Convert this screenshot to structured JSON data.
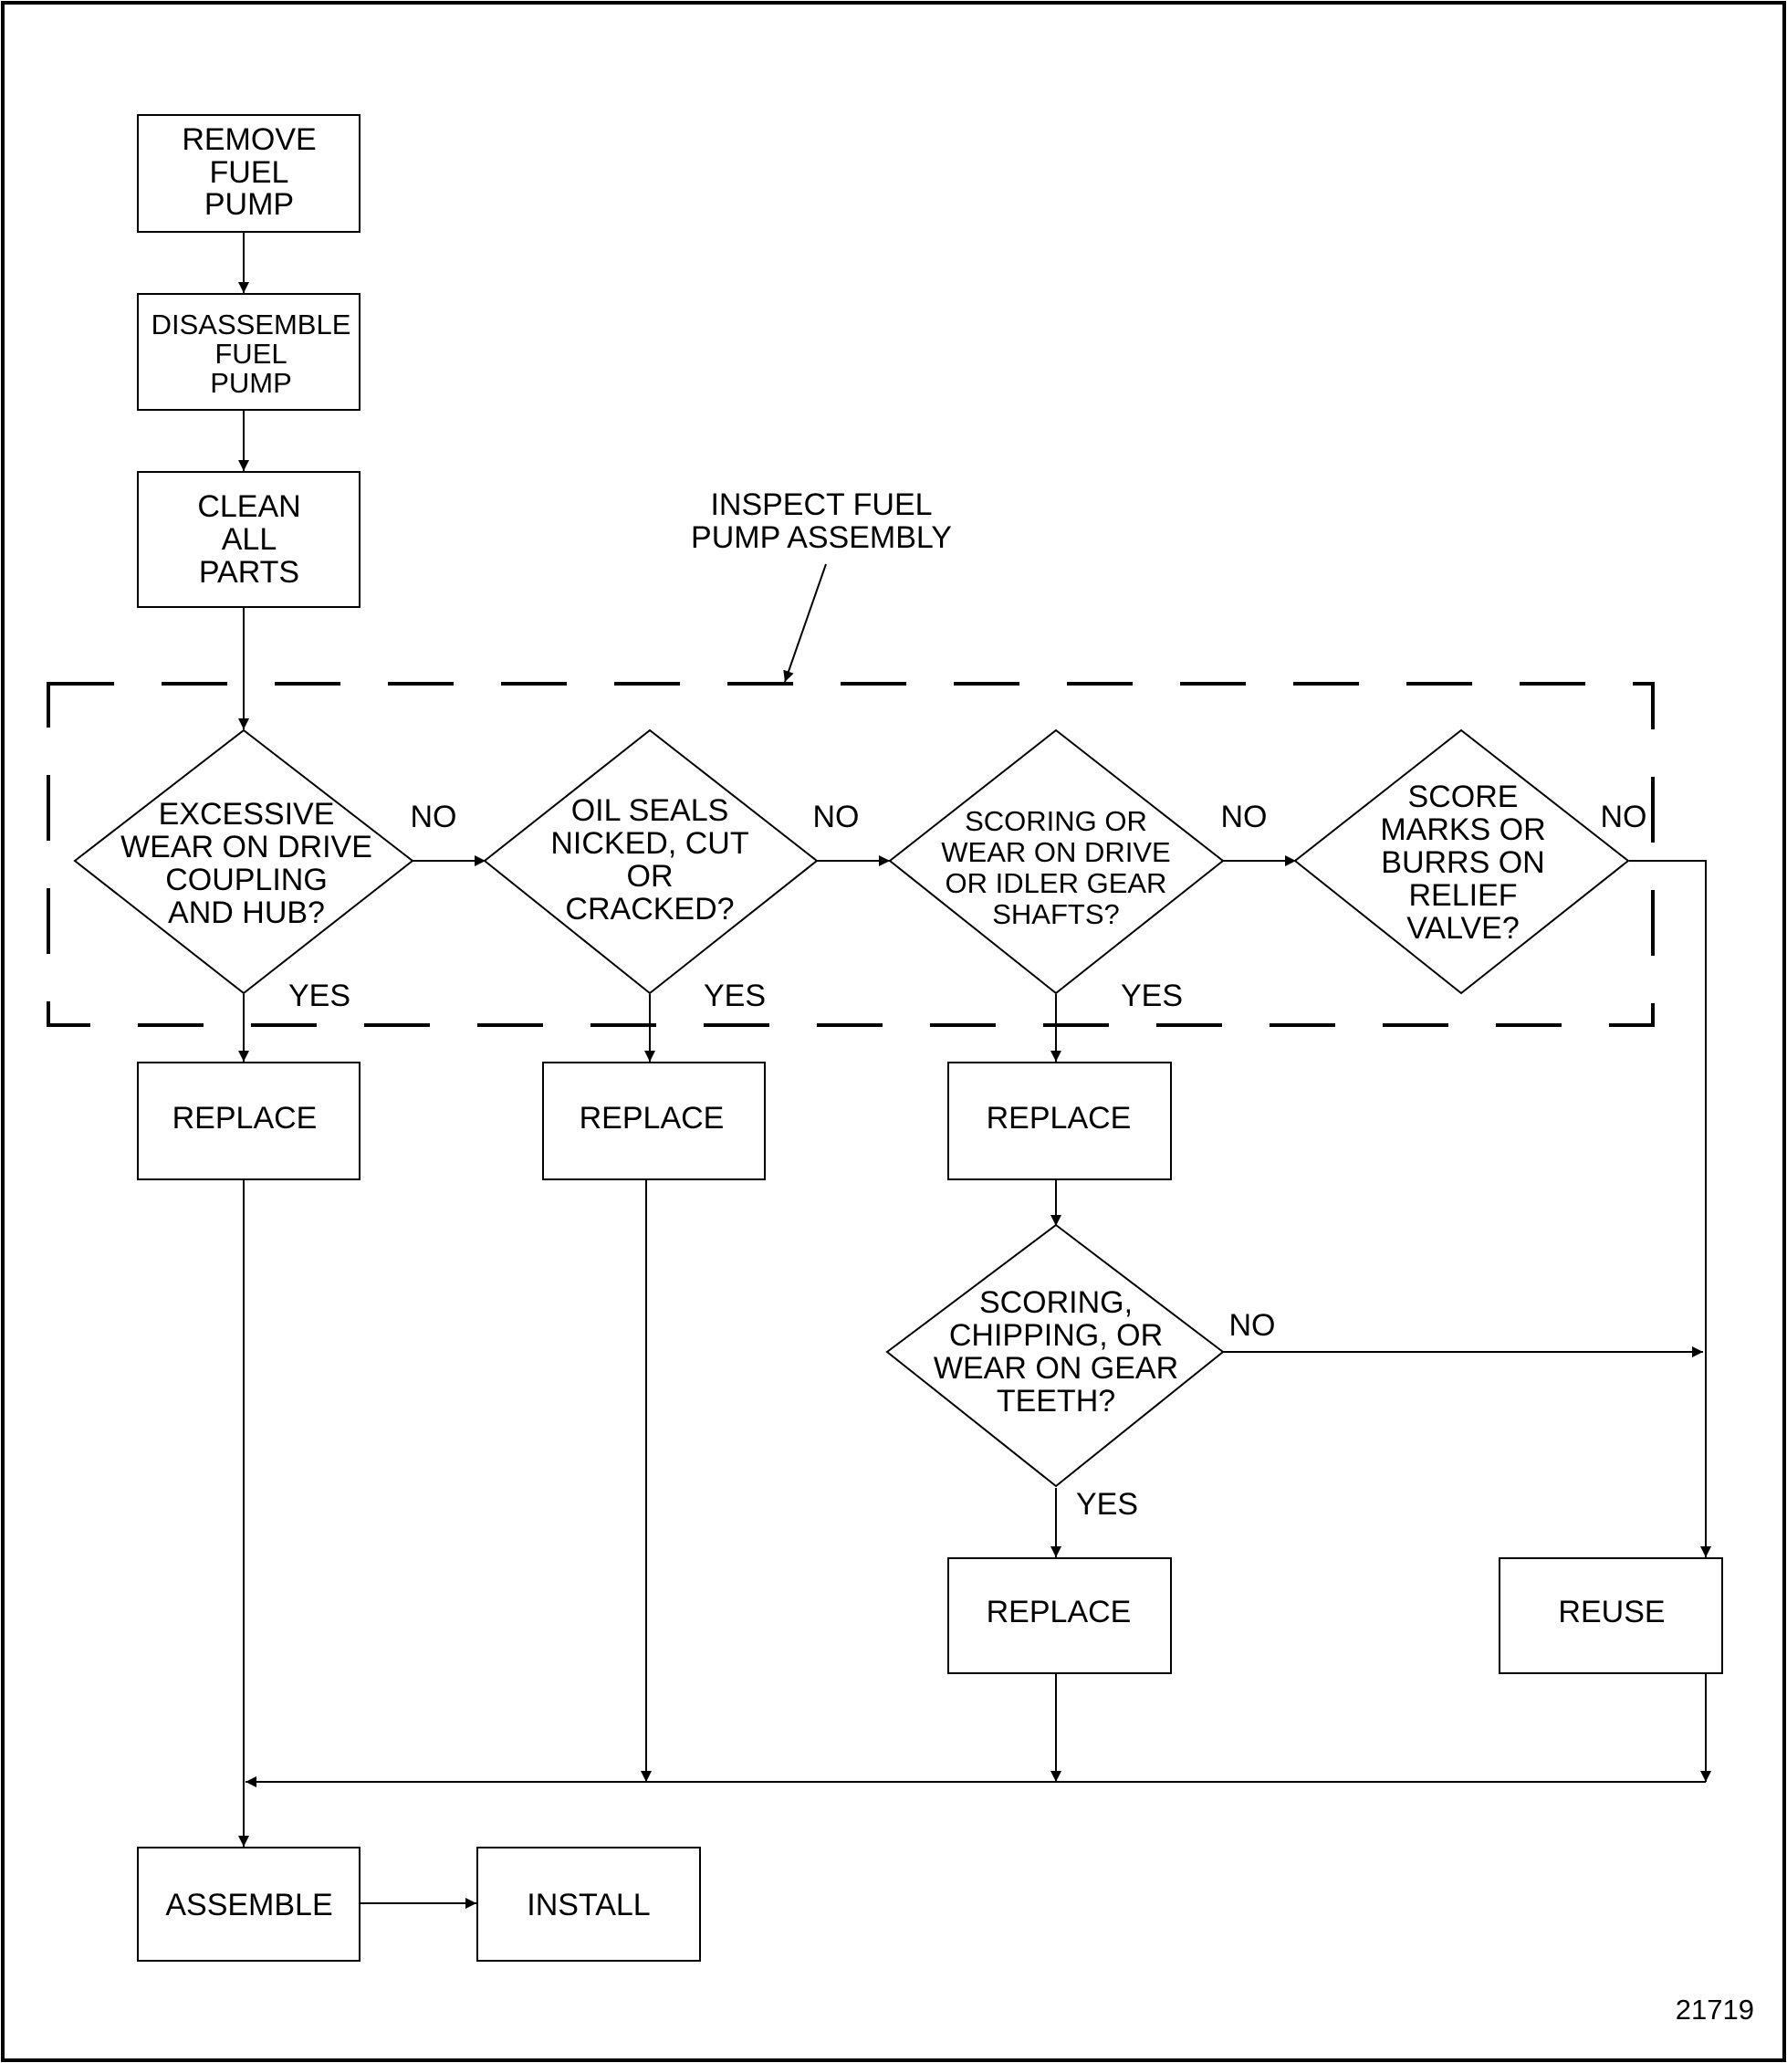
{
  "steps": {
    "remove": [
      "REMOVE",
      "FUEL",
      "PUMP"
    ],
    "disassemble": [
      "DISASSEMBLE",
      "FUEL",
      "PUMP"
    ],
    "clean": [
      "CLEAN",
      "ALL",
      "PARTS"
    ],
    "assemble": "ASSEMBLE",
    "install": "INSTALL"
  },
  "inspect_group_label": [
    "INSPECT FUEL",
    "PUMP ASSEMBLY"
  ],
  "decisions": {
    "drive_coupling": [
      "EXCESSIVE",
      "WEAR ON DRIVE",
      "COUPLING",
      "AND HUB?"
    ],
    "oil_seals": [
      "OIL SEALS",
      "NICKED, CUT",
      "OR",
      "CRACKED?"
    ],
    "gear_shafts": [
      "SCORING OR",
      "WEAR ON DRIVE",
      "OR IDLER GEAR",
      "SHAFTS?"
    ],
    "relief_valve": [
      "SCORE",
      "MARKS OR",
      "BURRS ON",
      "RELIEF",
      "VALVE?"
    ],
    "gear_teeth": [
      "SCORING,",
      "CHIPPING, OR",
      "WEAR ON GEAR",
      "TEETH?"
    ]
  },
  "outcomes": {
    "replace": "REPLACE",
    "reuse": "REUSE"
  },
  "branch_labels": {
    "yes": "YES",
    "no": "NO"
  },
  "figure_number": "21719"
}
